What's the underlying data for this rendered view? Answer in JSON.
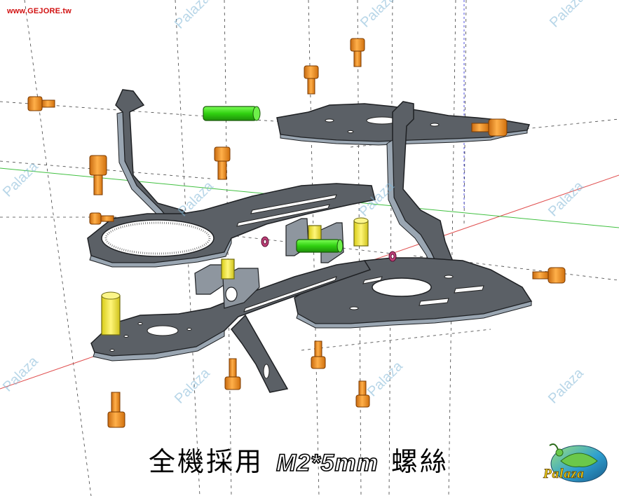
{
  "site_url": "www.GEJORE.tw",
  "caption": {
    "prefix": "全機採用",
    "spec": "M2*5mm",
    "suffix": "螺絲"
  },
  "logo_text": "Palaza",
  "watermark": "Palaza",
  "colors": {
    "plate": "#5b6066",
    "plate_edge": "#2a2d31",
    "plate_side": "#9aa6b2",
    "screw": "#f08a1c",
    "spacer_yellow": "#f3e83a",
    "spacer_green": "#33d61a",
    "washer": "#c0407a",
    "axis_red": "#e05050",
    "axis_green": "#40c040",
    "axis_blue": "#5050e0"
  },
  "icons": [
    "screw-icon",
    "spacer-icon",
    "washer-icon",
    "palaza-turtle-logo-icon"
  ]
}
